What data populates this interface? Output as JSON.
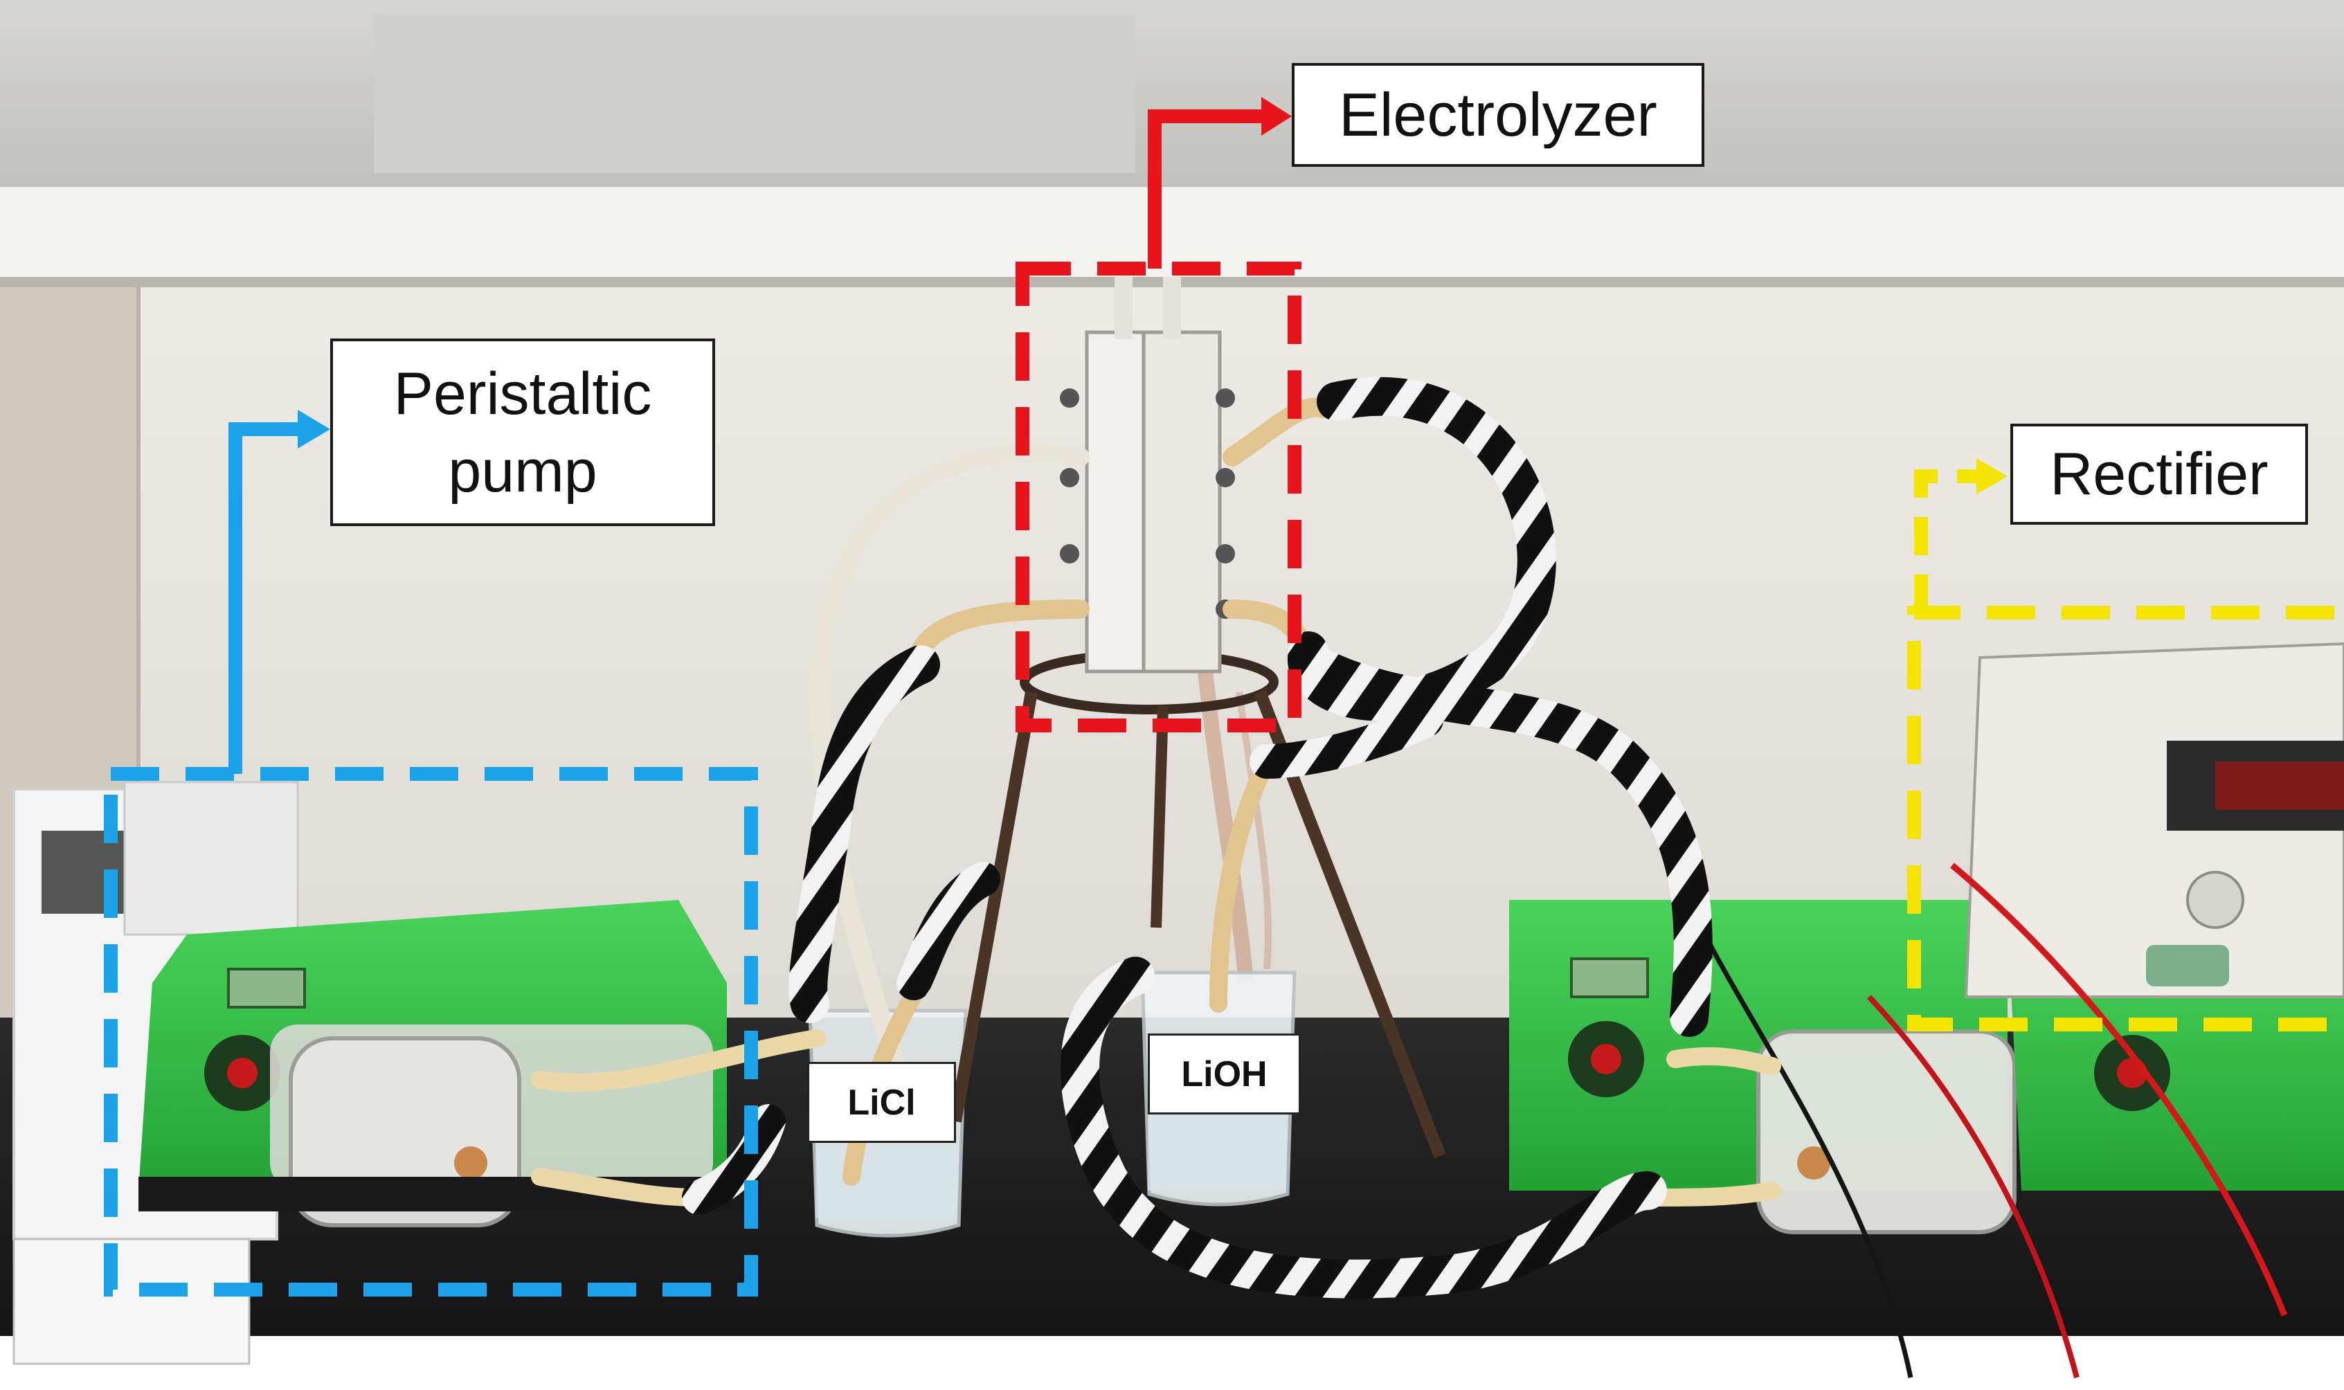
{
  "labels": {
    "electrolyzer": "Electrolyzer",
    "pump_line1": "Peristaltic",
    "pump_line2": "pump",
    "rectifier": "Rectifier",
    "licl": "LiCl",
    "lioh": "LiOH"
  },
  "colors": {
    "electrolyzer_box": "#e8141b",
    "pump_box": "#1aa3e8",
    "rectifier_box": "#f5e400",
    "pump_body": "#35c449",
    "bench": "#1c1c1c",
    "wall": "#e9e6e2"
  }
}
